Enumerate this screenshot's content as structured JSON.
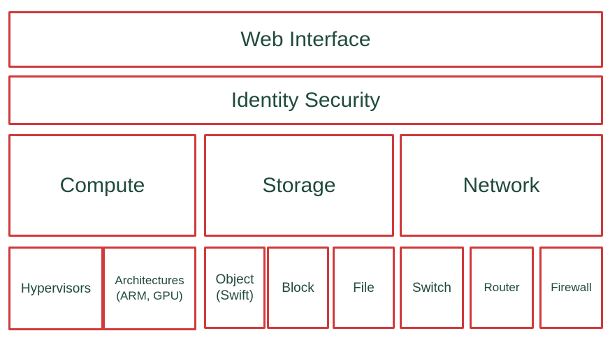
{
  "layers": {
    "web_interface": "Web Interface",
    "identity_security": "Identity Security"
  },
  "services": {
    "compute": "Compute",
    "storage": "Storage",
    "network": "Network"
  },
  "components": {
    "compute": {
      "hypervisors": "Hypervisors",
      "architectures": "Architectures\n(ARM, GPU)"
    },
    "storage": {
      "object": "Object\n(Swift)",
      "block": "Block",
      "file": "File"
    },
    "network": {
      "switch": "Switch",
      "router": "Router",
      "firewall": "Firewall"
    }
  },
  "colors": {
    "border": "#d03a3a",
    "text": "#1f4a3a"
  }
}
